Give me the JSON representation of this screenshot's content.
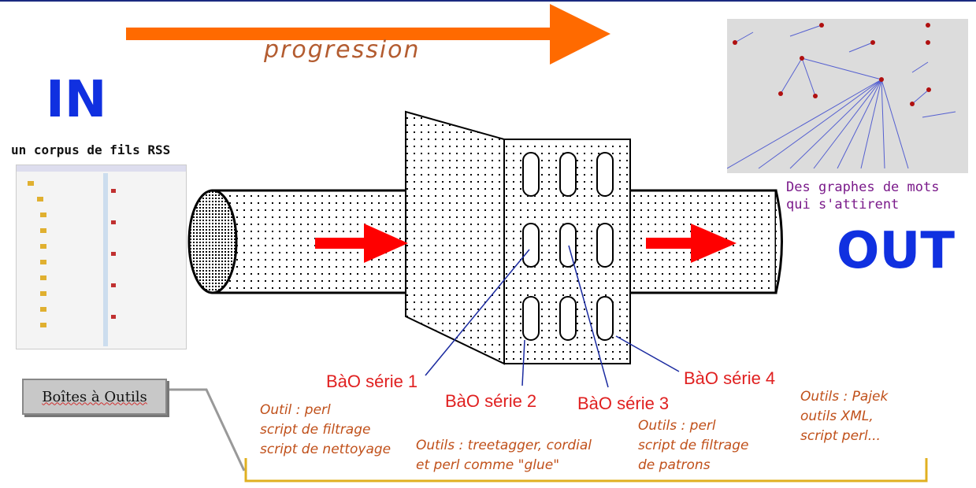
{
  "progression": {
    "label": "progression",
    "arrow_color": "#ff6a00"
  },
  "input": {
    "title": "IN",
    "caption": "un corpus de fils RSS"
  },
  "output": {
    "title": "OUT",
    "caption_lines": [
      "Des graphes de mots",
      "qui s'attirent"
    ]
  },
  "toolbox_button": {
    "label": "Boîtes à Outils"
  },
  "series": [
    {
      "label": "BàO série 1",
      "tools": [
        "Outil : perl",
        "script de filtrage",
        "script de nettoyage"
      ]
    },
    {
      "label": "BàO série 2",
      "tools": [
        "Outils : treetagger, cordial",
        "et perl comme \"glue\""
      ]
    },
    {
      "label": "BàO série 3",
      "tools": [
        "Outils : perl",
        "script de filtrage",
        "de patrons"
      ]
    },
    {
      "label": "BàO série 4",
      "tools": [
        "Outils : Pajek",
        "outils XML,",
        "script perl..."
      ]
    }
  ],
  "colors": {
    "title_blue": "#1030e0",
    "bao_red": "#e02020",
    "tools_text": "#c0501a",
    "bracket": "#e0b020",
    "flow_arrow": "#ff0000"
  }
}
